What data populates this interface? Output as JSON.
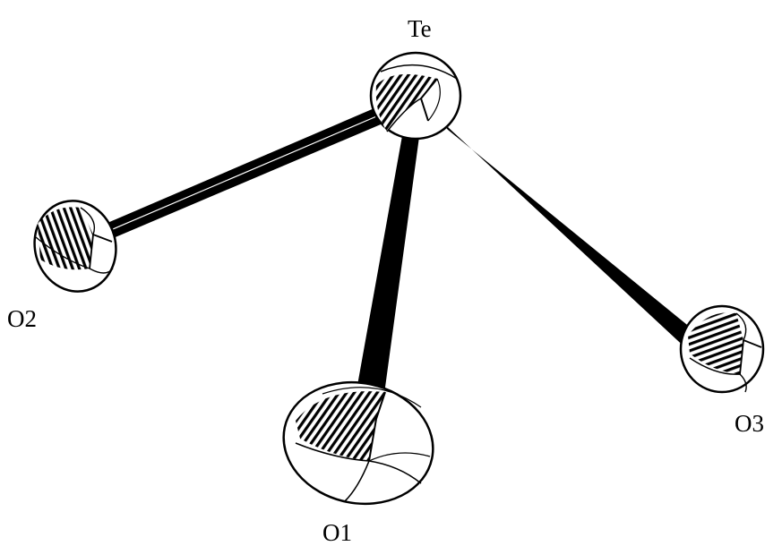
{
  "figure": {
    "atoms": [
      {
        "id": "Te",
        "label": "Te"
      },
      {
        "id": "O1",
        "label": "O1"
      },
      {
        "id": "O2",
        "label": "O2"
      },
      {
        "id": "O3",
        "label": "O3"
      }
    ],
    "bonds": [
      {
        "from": "Te",
        "to": "O1"
      },
      {
        "from": "Te",
        "to": "O2"
      },
      {
        "from": "Te",
        "to": "O3"
      }
    ],
    "colors": {
      "ink": "#000000",
      "background": "#ffffff"
    }
  }
}
